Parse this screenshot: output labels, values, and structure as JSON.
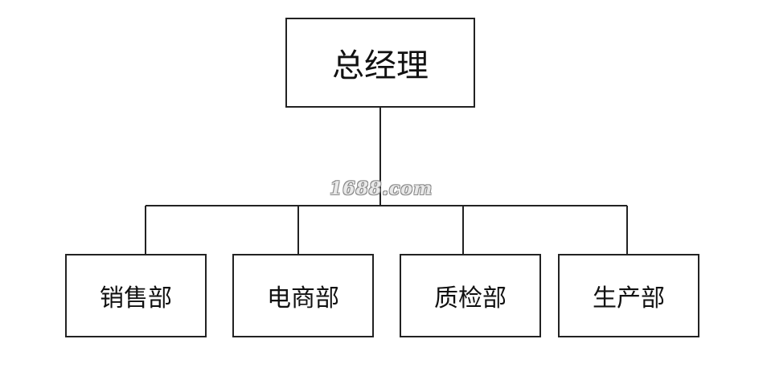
{
  "diagram": {
    "root": {
      "label": "总经理"
    },
    "children": [
      {
        "label": "销售部"
      },
      {
        "label": "电商部"
      },
      {
        "label": "质检部"
      },
      {
        "label": "生产部"
      }
    ]
  },
  "watermark": "1688.com"
}
